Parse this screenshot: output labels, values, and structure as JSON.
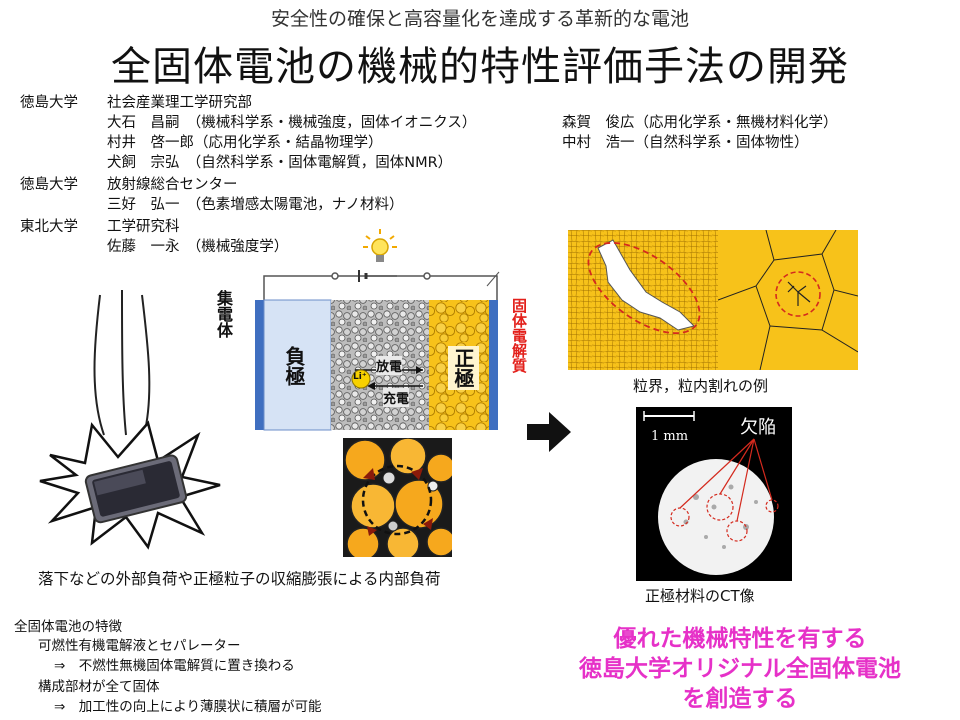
{
  "header": {
    "subtitle": "安全性の確保と高容量化を達成する革新的な電池",
    "title": "全固体電池の機械的特性評価手法の開発"
  },
  "affiliations": {
    "univ1": "徳島大学",
    "dept1": "社会産業理工学研究部",
    "m1": "大石　昌嗣　（機械科学系・機械強度，固体イオニクス）",
    "m2": "森賀　俊広（応用化学系・無機材料化学）",
    "m3": "村井　啓一郎（応用化学系・結晶物理学）",
    "m4": "中村　浩一（自然科学系・固体物性）",
    "m5": "犬飼　宗弘　（自然科学系・固体電解質，固体NMR）",
    "univ2": "徳島大学",
    "dept2": "放射線総合センター",
    "m6": "三好　弘一　（色素増感太陽電池，ナノ材料）",
    "univ3": "東北大学",
    "dept3": "工学研究科",
    "m7": "佐藤　一永　（機械強度学）"
  },
  "cell": {
    "collector_label": "集電体",
    "anode_label": "負極",
    "cathode_label": "正極",
    "electrolyte_label": "固体電解質",
    "discharge_label": "放電",
    "charge_label": "充電",
    "ion_label": "Li⁺"
  },
  "captions": {
    "load_caption": "落下などの外部負荷や正極粒子の収縮膨張による内部負荷",
    "grain_caption": "粒界，粒内割れの例",
    "ct_caption": "正極材料のCT像",
    "ct_scale": "1 mm",
    "ct_defect": "欠陥"
  },
  "features": {
    "heading": "全固体電池の特徴",
    "f1": "可燃性有機電解液とセパレーター",
    "f1_note": "⇒　不燃性無機固体電解質に置き換わる",
    "f2": "構成部材が全て固体",
    "f2_note": "⇒　加工性の向上により薄膜状に積層が可能"
  },
  "slogan": {
    "line1": "優れた機械特性を有する",
    "line2": "徳島大学オリジナル全固体電池",
    "line3": "を創造する"
  },
  "colors": {
    "accent_pink": "#e631c8",
    "electrolyte_red": "#e3201b",
    "cathode_yellow": "#f7c21a",
    "collector_blue": "#3f6fc0",
    "anode_blue": "#d6e3f5"
  }
}
